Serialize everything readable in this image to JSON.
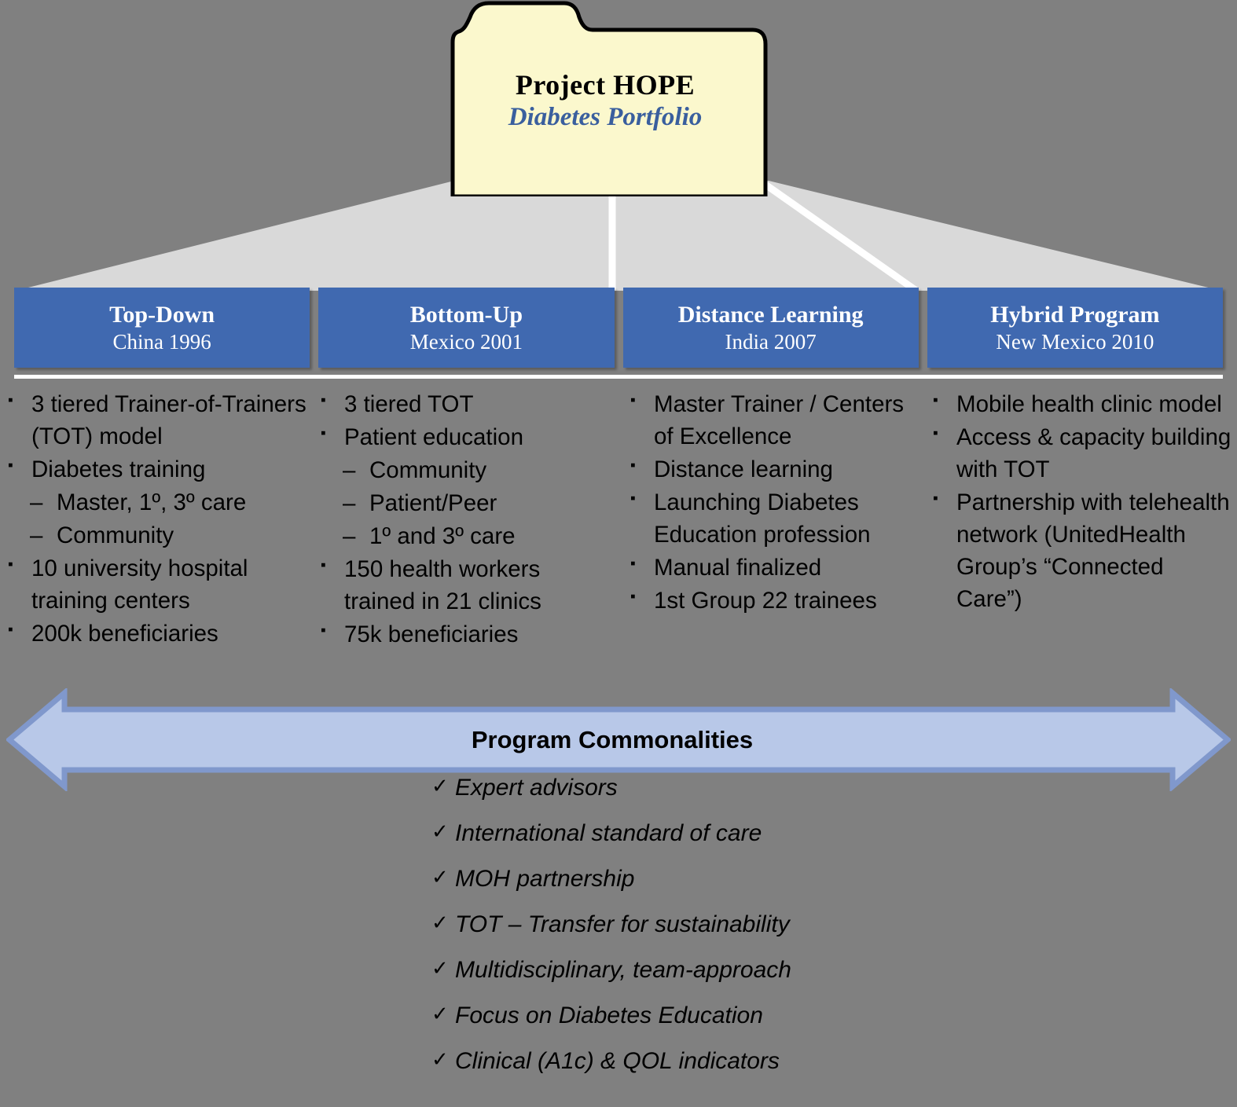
{
  "colors": {
    "background": "#808080",
    "folder_fill": "#fbf8cd",
    "folder_outline": "#000000",
    "header_blue": "#4069b0",
    "accent_blue_text": "#3a5f9e",
    "fan_gray": "#d9d9d9",
    "arrow_fill": "#b8c8e8",
    "arrow_border": "#8098cc",
    "divider_white": "#ffffff"
  },
  "folder": {
    "title": "Project HOPE",
    "subtitle": "Diabetes Portfolio"
  },
  "columns": [
    {
      "title": "Top-Down",
      "subtitle": "China 1996",
      "bullets": [
        {
          "level": 1,
          "marker": "▪",
          "text": "3 tiered Trainer-of-Trainers (TOT) model"
        },
        {
          "level": 1,
          "marker": "▪",
          "text": "Diabetes training"
        },
        {
          "level": 2,
          "marker": "–",
          "text": "Master, 1º, 3º care"
        },
        {
          "level": 2,
          "marker": "–",
          "text": "Community"
        },
        {
          "level": 1,
          "marker": "▪",
          "text": "10 university hospital training centers"
        },
        {
          "level": 1,
          "marker": "▪",
          "text": "200k beneficiaries"
        }
      ]
    },
    {
      "title": "Bottom-Up",
      "subtitle": "Mexico 2001",
      "bullets": [
        {
          "level": 1,
          "marker": "▪",
          "text": "3 tiered TOT"
        },
        {
          "level": 1,
          "marker": "▪",
          "text": "Patient education"
        },
        {
          "level": 2,
          "marker": "–",
          "text": "Community"
        },
        {
          "level": 2,
          "marker": "–",
          "text": "Patient/Peer"
        },
        {
          "level": 2,
          "marker": "–",
          "text": "1º and 3º care"
        },
        {
          "level": 1,
          "marker": "▪",
          "text": "150 health workers trained in 21 clinics"
        },
        {
          "level": 1,
          "marker": "▪",
          "text": "75k beneficiaries"
        }
      ]
    },
    {
      "title": "Distance Learning",
      "subtitle": "India 2007",
      "bullets": [
        {
          "level": 1,
          "marker": "▪",
          "text": "Master Trainer / Centers of Excellence"
        },
        {
          "level": 1,
          "marker": "▪",
          "text": "Distance learning"
        },
        {
          "level": 1,
          "marker": "▪",
          "text": "Launching Diabetes Education profession"
        },
        {
          "level": 1,
          "marker": "▪",
          "text": "Manual finalized"
        },
        {
          "level": 1,
          "marker": "▪",
          "text": "1st Group 22 trainees"
        }
      ]
    },
    {
      "title": "Hybrid Program",
      "subtitle": "New Mexico 2010",
      "bullets": [
        {
          "level": 1,
          "marker": "▪",
          "text": "Mobile health clinic model"
        },
        {
          "level": 1,
          "marker": "▪",
          "text": "Access & capacity building with TOT"
        },
        {
          "level": 1,
          "marker": "▪",
          "text": "Partnership with telehealth network (UnitedHealth Group’s “Connected Care”)"
        }
      ]
    }
  ],
  "arrow": {
    "label": "Program Commonalities"
  },
  "commonalities": {
    "check_mark": "✓",
    "items": [
      "Expert advisors",
      "International standard of care",
      "MOH partnership",
      "TOT – Transfer for sustainability",
      "Multidisciplinary, team-approach",
      "Focus on Diabetes Education",
      "Clinical (A1c) & QOL indicators"
    ]
  }
}
